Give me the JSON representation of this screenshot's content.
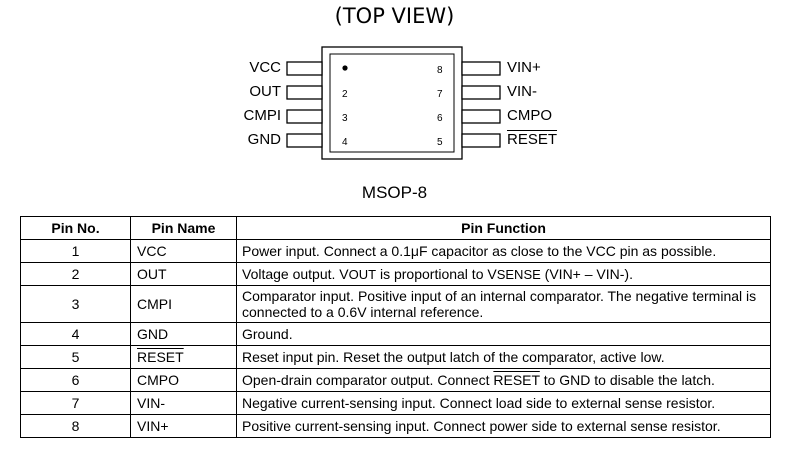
{
  "diagram": {
    "view_label": "(TOP VIEW)",
    "package_name": "MSOP-8",
    "left_pins": [
      {
        "label": "VCC",
        "number": "1"
      },
      {
        "label": "OUT",
        "number": "2"
      },
      {
        "label": "CMPI",
        "number": "3"
      },
      {
        "label": "GND",
        "number": "4"
      }
    ],
    "right_pins": [
      {
        "label": "VIN+",
        "number": "8"
      },
      {
        "label": "VIN-",
        "number": "7"
      },
      {
        "label": "CMPO",
        "number": "6"
      },
      {
        "label": "RESET",
        "number": "5"
      }
    ]
  },
  "table": {
    "headers": [
      "Pin No.",
      "Pin Name",
      "Pin Function"
    ],
    "rows": [
      {
        "no": "1",
        "name": "VCC",
        "fn": "Power input. Connect a 0.1μF capacitor as close to the VCC pin as possible."
      },
      {
        "no": "2",
        "name": "OUT",
        "fn_a": "Voltage output. V",
        "fn_b": "OUT",
        "fn_c": " is proportional to V",
        "fn_d": "SENSE",
        "fn_e": " (VIN+ – VIN-)."
      },
      {
        "no": "3",
        "name": "CMPI",
        "fn": "Comparator input. Positive input of an internal comparator. The negative terminal is connected to a 0.6V internal reference."
      },
      {
        "no": "4",
        "name": "GND",
        "fn": "Ground."
      },
      {
        "no": "5",
        "name": "RESET",
        "fn": "Reset input pin. Reset the output latch of the comparator, active low."
      },
      {
        "no": "6",
        "name": "CMPO",
        "fn_a": "Open-drain comparator output. Connect ",
        "fn_b": "RESET",
        "fn_c": " to GND to disable the latch."
      },
      {
        "no": "7",
        "name": "VIN-",
        "fn": "Negative current-sensing input. Connect load side to external sense resistor."
      },
      {
        "no": "8",
        "name": "VIN+",
        "fn": "Positive current-sensing input. Connect power side to external sense resistor."
      }
    ]
  }
}
